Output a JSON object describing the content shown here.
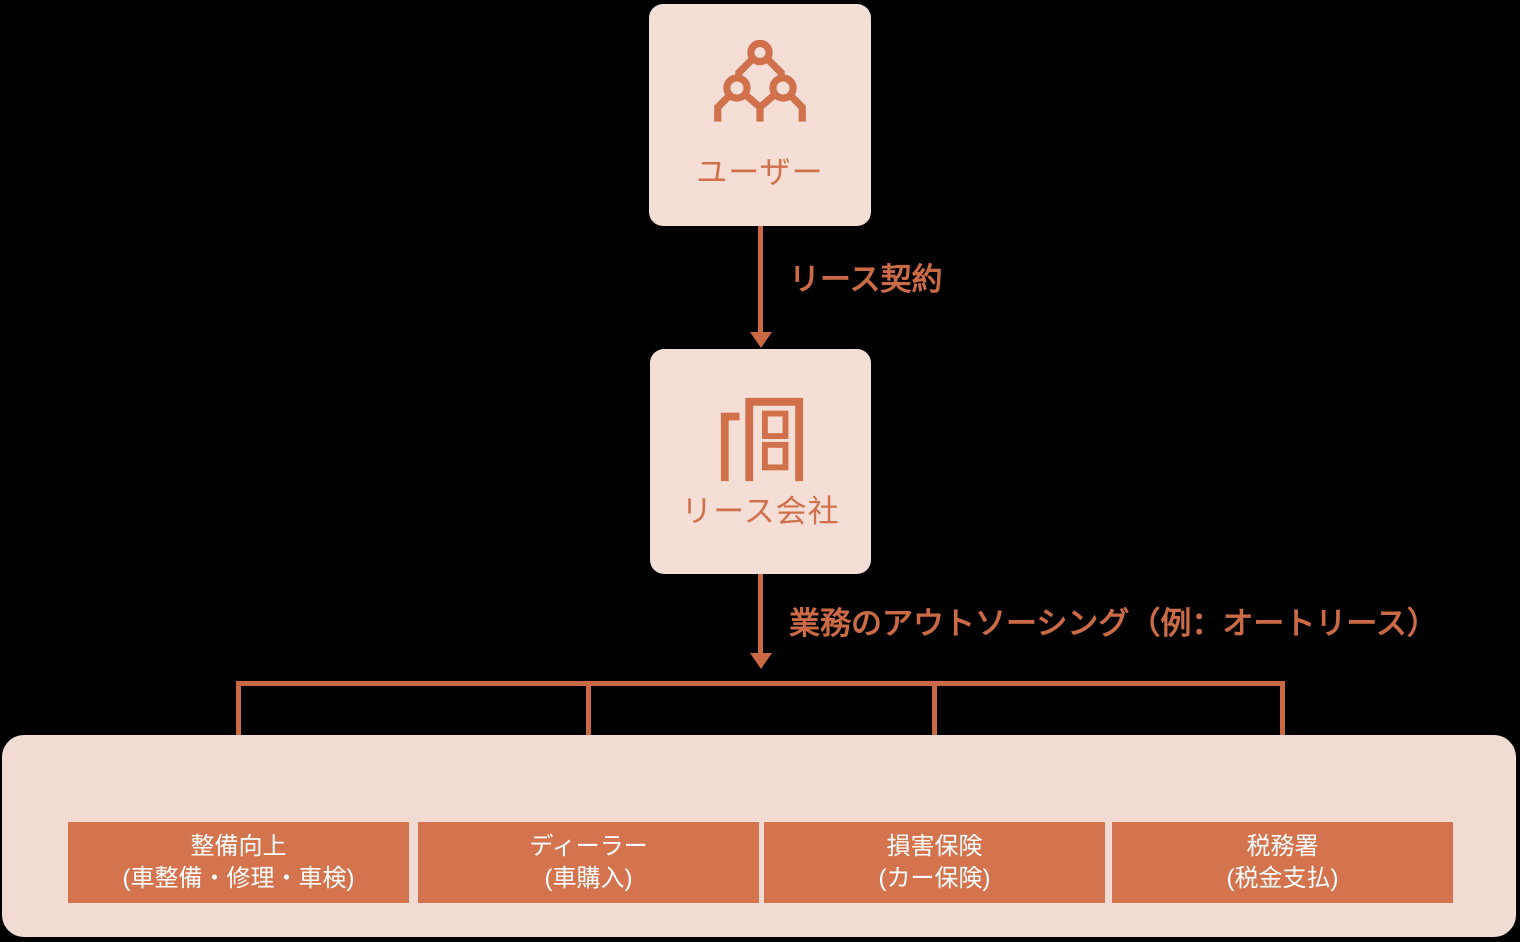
{
  "diagram": {
    "type": "flowchart",
    "background": "#000000"
  },
  "colors": {
    "accent_line": "#c96a45",
    "node_background": "#f5ded6",
    "node_text": "#d0714b",
    "container_background": "#f1dbd3",
    "branch_box_background": "#d3744e",
    "branch_box_text": "#ffffff"
  },
  "nodes": {
    "user": {
      "label": "ユーザー",
      "icon": "people-group-icon"
    },
    "lease_company": {
      "label": "リース会社",
      "icon": "building-icon"
    }
  },
  "edges": {
    "lease_contract": {
      "label": "リース契約"
    },
    "outsourcing": {
      "label": "業務のアウトソーシング（例：オートリース）"
    }
  },
  "branches": [
    {
      "title": "整備向上",
      "subtitle": "(車整備・修理・車検)"
    },
    {
      "title": "ディーラー",
      "subtitle": "(車購入)"
    },
    {
      "title": "損害保険",
      "subtitle": "(カー保険)"
    },
    {
      "title": "税務署",
      "subtitle": "(税金支払)"
    }
  ]
}
